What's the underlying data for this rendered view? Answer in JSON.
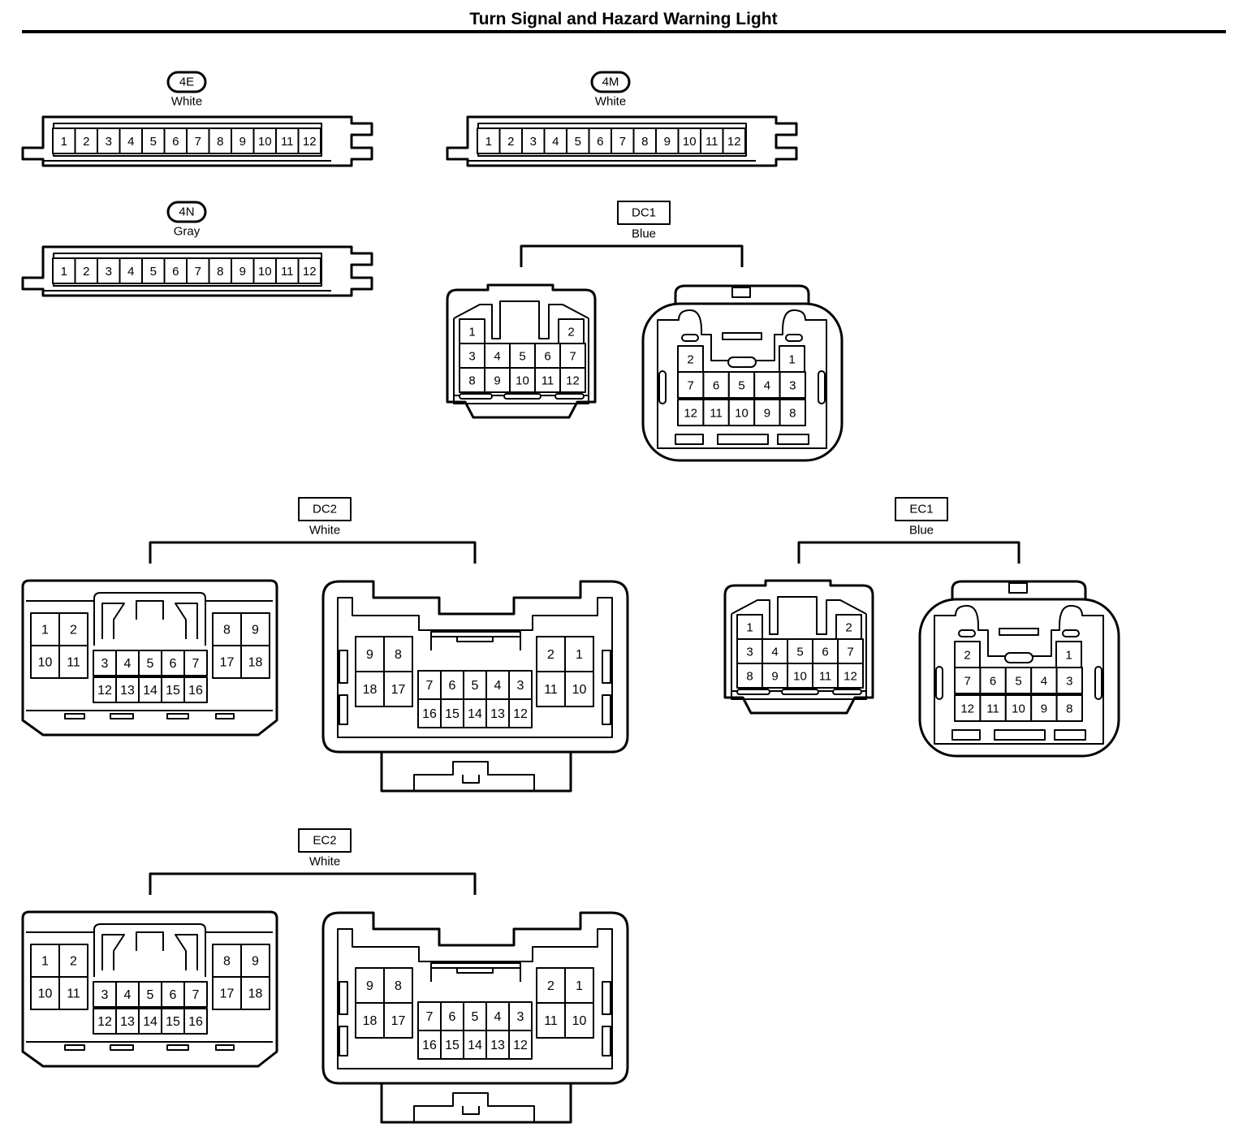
{
  "page": {
    "title": "Turn Signal and Hazard Warning Light"
  },
  "connectors": {
    "c4E": {
      "code": "4E",
      "color": "White",
      "pins": [
        "1",
        "2",
        "3",
        "4",
        "5",
        "6",
        "7",
        "8",
        "9",
        "10",
        "11",
        "12"
      ]
    },
    "c4M": {
      "code": "4M",
      "color": "White",
      "pins": [
        "1",
        "2",
        "3",
        "4",
        "5",
        "6",
        "7",
        "8",
        "9",
        "10",
        "11",
        "12"
      ]
    },
    "c4N": {
      "code": "4N",
      "color": "Gray",
      "pins": [
        "1",
        "2",
        "3",
        "4",
        "5",
        "6",
        "7",
        "8",
        "9",
        "10",
        "11",
        "12"
      ]
    },
    "DC1": {
      "code": "DC1",
      "color": "Blue",
      "male": {
        "top": [
          "1",
          "2"
        ],
        "mid": [
          "3",
          "4",
          "5",
          "6",
          "7"
        ],
        "bottom": [
          "8",
          "9",
          "10",
          "11",
          "12"
        ]
      },
      "female": {
        "top": [
          "2",
          "1"
        ],
        "mid": [
          "7",
          "6",
          "5",
          "4",
          "3"
        ],
        "bottom": [
          "12",
          "11",
          "10",
          "9",
          "8"
        ]
      }
    },
    "EC1": {
      "code": "EC1",
      "color": "Blue",
      "male": {
        "top": [
          "1",
          "2"
        ],
        "mid": [
          "3",
          "4",
          "5",
          "6",
          "7"
        ],
        "bottom": [
          "8",
          "9",
          "10",
          "11",
          "12"
        ]
      },
      "female": {
        "top": [
          "2",
          "1"
        ],
        "mid": [
          "7",
          "6",
          "5",
          "4",
          "3"
        ],
        "bottom": [
          "12",
          "11",
          "10",
          "9",
          "8"
        ]
      }
    },
    "DC2": {
      "code": "DC2",
      "color": "White",
      "male": {
        "left": [
          [
            "1",
            "2"
          ],
          [
            "10",
            "11"
          ]
        ],
        "center": [
          [
            "3",
            "4",
            "5",
            "6",
            "7"
          ],
          [
            "12",
            "13",
            "14",
            "15",
            "16"
          ]
        ],
        "right": [
          [
            "8",
            "9"
          ],
          [
            "17",
            "18"
          ]
        ]
      },
      "female": {
        "left": [
          [
            "9",
            "8"
          ],
          [
            "18",
            "17"
          ]
        ],
        "center": [
          [
            "7",
            "6",
            "5",
            "4",
            "3"
          ],
          [
            "16",
            "15",
            "14",
            "13",
            "12"
          ]
        ],
        "right": [
          [
            "2",
            "1"
          ],
          [
            "11",
            "10"
          ]
        ]
      }
    },
    "EC2": {
      "code": "EC2",
      "color": "White",
      "male": {
        "left": [
          [
            "1",
            "2"
          ],
          [
            "10",
            "11"
          ]
        ],
        "center": [
          [
            "3",
            "4",
            "5",
            "6",
            "7"
          ],
          [
            "12",
            "13",
            "14",
            "15",
            "16"
          ]
        ],
        "right": [
          [
            "8",
            "9"
          ],
          [
            "17",
            "18"
          ]
        ]
      },
      "female": {
        "left": [
          [
            "9",
            "8"
          ],
          [
            "18",
            "17"
          ]
        ],
        "center": [
          [
            "7",
            "6",
            "5",
            "4",
            "3"
          ],
          [
            "16",
            "15",
            "14",
            "13",
            "12"
          ]
        ],
        "right": [
          [
            "2",
            "1"
          ],
          [
            "11",
            "10"
          ]
        ]
      }
    }
  }
}
